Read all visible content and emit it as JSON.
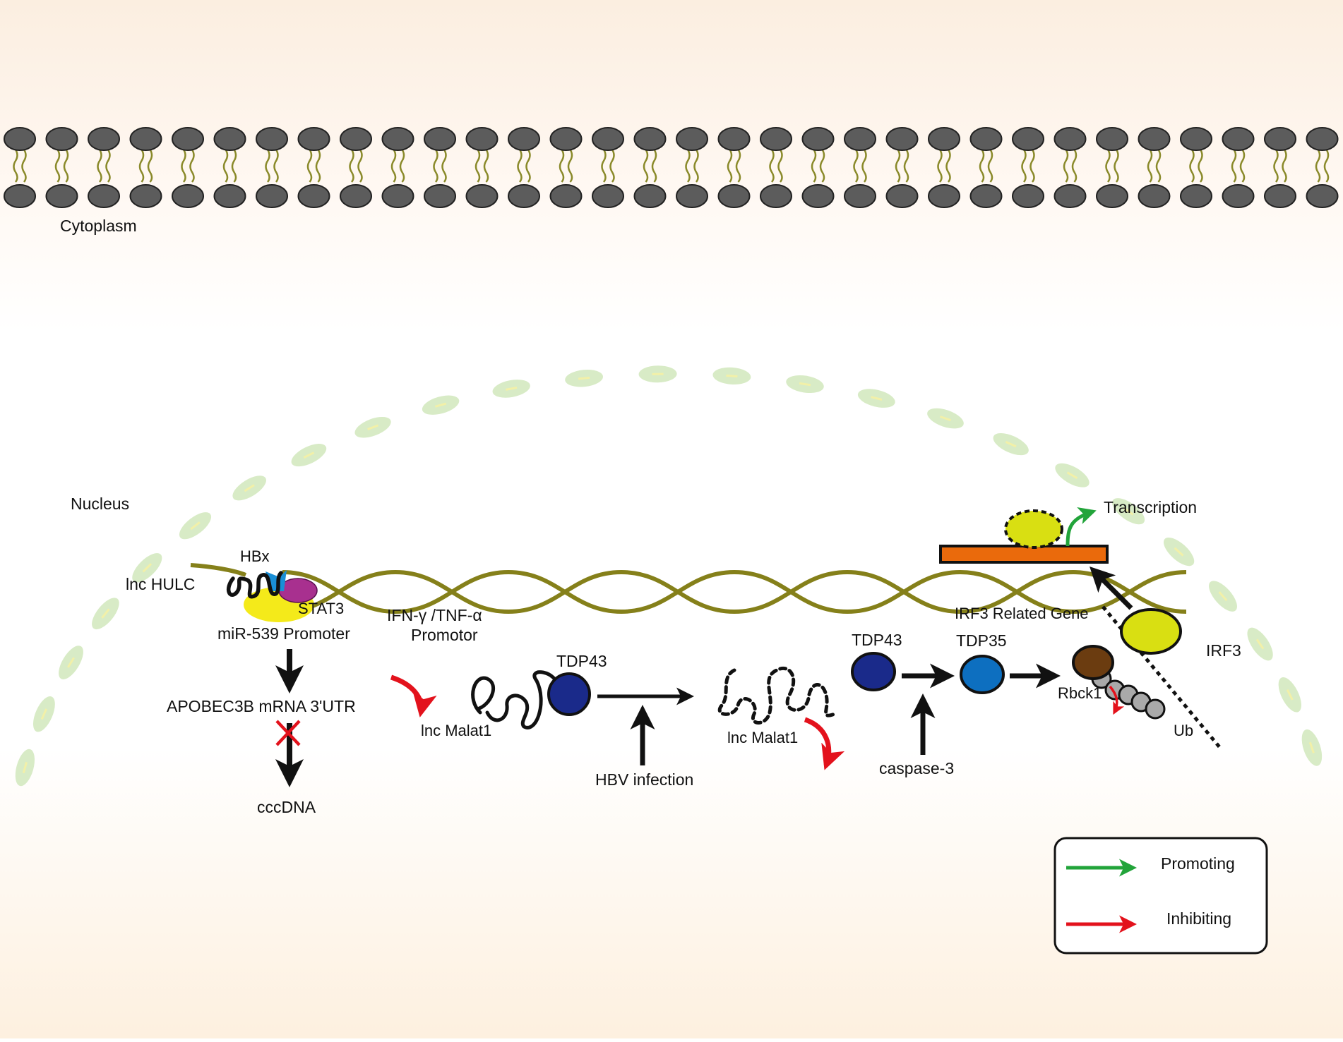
{
  "regions": {
    "cytoplasm": "Cytoplasm",
    "nucleus": "Nucleus"
  },
  "labels": {
    "lnc_hulc": "lnc HULC",
    "hbx": "HBx",
    "stat3": "STAT3",
    "mir539_promoter": "miR-539 Promoter",
    "apobec3b": "APOBEC3B mRNA 3'UTR",
    "cccdna": "cccDNA",
    "ifn_tnf_line1": "IFN-γ /TNF-α",
    "ifn_tnf_line2": "Promotor",
    "lnc_malat1_left": "lnc Malat1",
    "tdp43_left": "TDP43",
    "hbv_infection": "HBV infection",
    "lnc_malat1_right": "lnc Malat1",
    "tdp43_right": "TDP43",
    "tdp35": "TDP35",
    "caspase3": "caspase-3",
    "irf3_related_gene": "IRF3 Related Gene",
    "irf3": "IRF3",
    "rbck1": "Rbck1",
    "ub": "Ub",
    "transcription": "Transcription"
  },
  "legend": {
    "promoting": "Promoting",
    "inhibiting": "Inhibiting"
  },
  "colors": {
    "background_top": "#fbeee0",
    "background_bottom": "#fdf0df",
    "lipid_head": "#5c5c5c",
    "lipid_tail": "#8a8a2a",
    "nuclear_pore": "#d8ebc6",
    "dna": "#85801a",
    "promoting": "#22a43a",
    "inhibiting": "#e3121c",
    "tdp43": "#1a2a8a",
    "tdp35": "#0d6fc0",
    "irf3": "#d9df12",
    "rbck1": "#6b3c10",
    "stat3": "#a8308f",
    "hbx": "#1a8fd6",
    "gene_bar": "#ea6a0c",
    "arrow": "#111111"
  }
}
